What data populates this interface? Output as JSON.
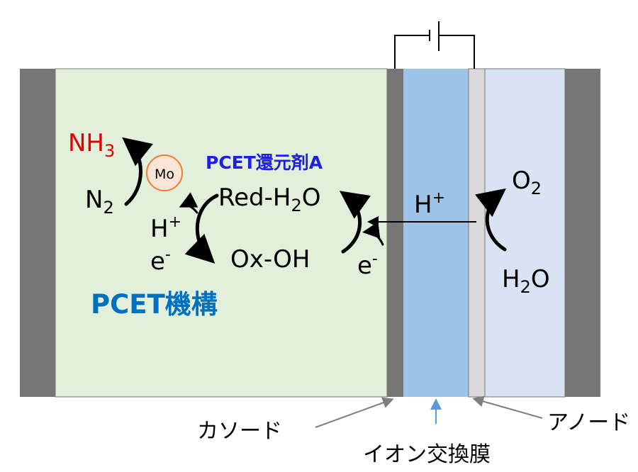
{
  "species": {
    "nh3": {
      "base": "NH",
      "sub": "3"
    },
    "n2": {
      "base": "N",
      "sub": "2"
    },
    "mo": "Mo",
    "red": {
      "pre": "Red-H",
      "sub": "2",
      "post": "O"
    },
    "ox": "Ox-OH",
    "h_plus_left": {
      "base": "H",
      "sup": "+"
    },
    "e_left": {
      "base": "e",
      "sup": "-"
    },
    "e_right": {
      "base": "e",
      "sup": "-"
    },
    "h_plus_membrane": {
      "base": "H",
      "sup": "+"
    },
    "o2": {
      "base": "O",
      "sub": "2"
    },
    "h2o": {
      "pre": "H",
      "sub": "2",
      "post": "O"
    }
  },
  "labels": {
    "reductant": "PCET還元剤A",
    "mechanism": "PCET機構",
    "cathode": "カソード",
    "membrane": "イオン交換膜",
    "anode": "アノード"
  },
  "colors": {
    "cathode_chamber": "#e2efda",
    "membrane": "#9dc3e6",
    "anode_chamber": "#dae3f3",
    "electrode": "#767676",
    "end_plate": "#767676",
    "mo_circle_fill": "#fbe5d6",
    "mo_circle_stroke": "#ed7d31",
    "nh3_text": "#e00000",
    "reductant_text": "#1f1fe0",
    "mechanism_text": "#0070c0",
    "membrane_pointer": "#5b9bd5",
    "pointer_gray": "#7f7f7f"
  }
}
